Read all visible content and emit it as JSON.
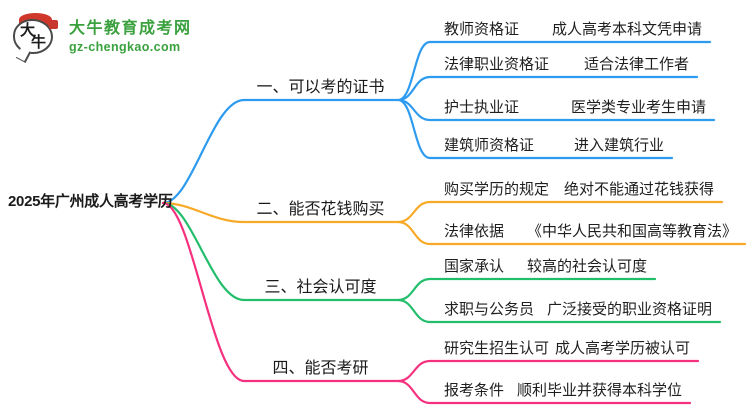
{
  "brand": {
    "logo_char_top": "大",
    "logo_char_bottom": "牛",
    "title": "大牛教育成考网",
    "domain": "gz-chengkao.com",
    "brand_color": "#3aa13e"
  },
  "root": {
    "label": "2025年广州成人高考学历"
  },
  "colors": {
    "text": "#212121",
    "background": "#ffffff"
  },
  "branches": [
    {
      "label": "一、可以考的证书",
      "color": "#2d9bf0",
      "children": [
        {
          "label": "教师资格证",
          "value": "成人高考本科文凭申请"
        },
        {
          "label": "法律职业资格证",
          "value": "适合法律工作者"
        },
        {
          "label": "护士执业证",
          "value": "医学类专业考生申请"
        },
        {
          "label": "建筑师资格证",
          "value": "进入建筑行业"
        }
      ]
    },
    {
      "label": "二、能否花钱购买",
      "color": "#f7a927",
      "children": [
        {
          "label": "购买学历的规定",
          "value": "绝对不能通过花钱获得"
        },
        {
          "label": "法律依据",
          "value": "《中华人民共和国高等教育法》"
        }
      ]
    },
    {
      "label": "三、社会认可度",
      "color": "#22be6b",
      "children": [
        {
          "label": "国家承认",
          "value": "较高的社会认可度"
        },
        {
          "label": "求职与公务员",
          "value": "广泛接受的职业资格证明"
        }
      ]
    },
    {
      "label": "四、能否考研",
      "color": "#f5317f",
      "children": [
        {
          "label": "研究生招生认可",
          "value": "成人高考学历被认可"
        },
        {
          "label": "报考条件",
          "value": "顺利毕业并获得本科学位"
        }
      ]
    }
  ]
}
